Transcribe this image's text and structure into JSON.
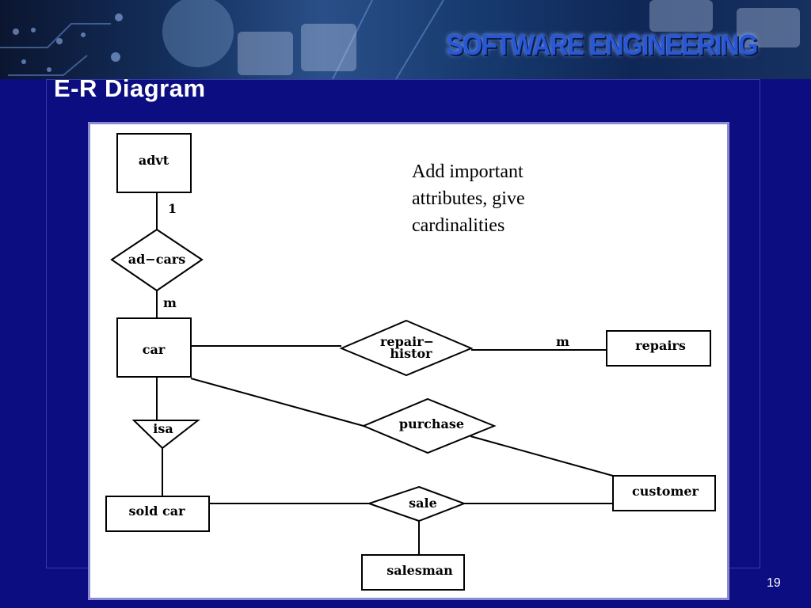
{
  "banner": {
    "title": "SOFTWARE ENGINEERING"
  },
  "slide": {
    "title": "E-R Diagram",
    "page_number": "19",
    "note_lines": [
      "Add important",
      "attributes, give",
      "cardinalities"
    ]
  },
  "diagram": {
    "entities": {
      "advt": "advt",
      "car": "car",
      "repairs": "repairs",
      "sold_car": "sold car",
      "customer": "customer",
      "salesman": "salesman"
    },
    "relationships": {
      "ad_cars": "ad−cars",
      "repair_histor_line1": "repair−",
      "repair_histor_line2": "histor",
      "purchase": "purchase",
      "sale": "sale",
      "isa": "isa"
    },
    "cardinalities": {
      "advt_ad_cars": "1",
      "ad_cars_car": "m",
      "repair_histor_repairs": "m"
    }
  },
  "colors": {
    "background": "#0d0d82",
    "banner_title": "#2858d8",
    "panel_border": "#8a8ad0"
  }
}
